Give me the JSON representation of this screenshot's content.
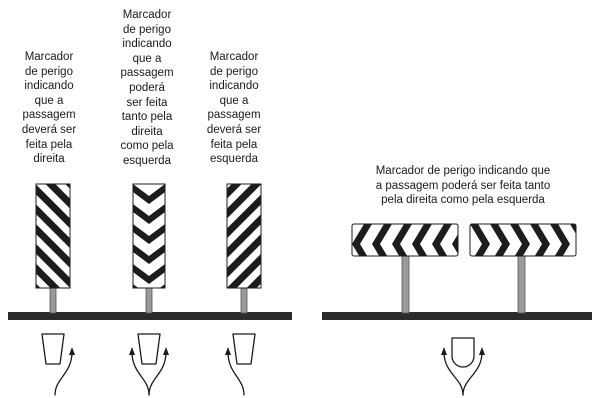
{
  "captions": {
    "right_marker": "Marcador\nde perigo\nindicando\nque a\npassagem\ndeverá ser\nfeita pela\ndireita",
    "both_marker": "Marcador\nde perigo\nindicando\nque a\npassagem\npoderá\nser feita\ntanto pela\ndireita\ncomo pela\nesquerda",
    "left_marker": "Marcador\nde perigo\nindicando\nque a\npassagem\ndeverá ser\nfeita pela\nesquerda",
    "wide_marker": "Marcador de perigo indicando que\na passagem poderá ser feita tanto\npela direita como pela esquerda"
  },
  "colors": {
    "stripe_dark": "#1c1c1c",
    "stripe_light": "#ffffff",
    "road": "#2b2b2b",
    "post": "#9a9a9a"
  }
}
